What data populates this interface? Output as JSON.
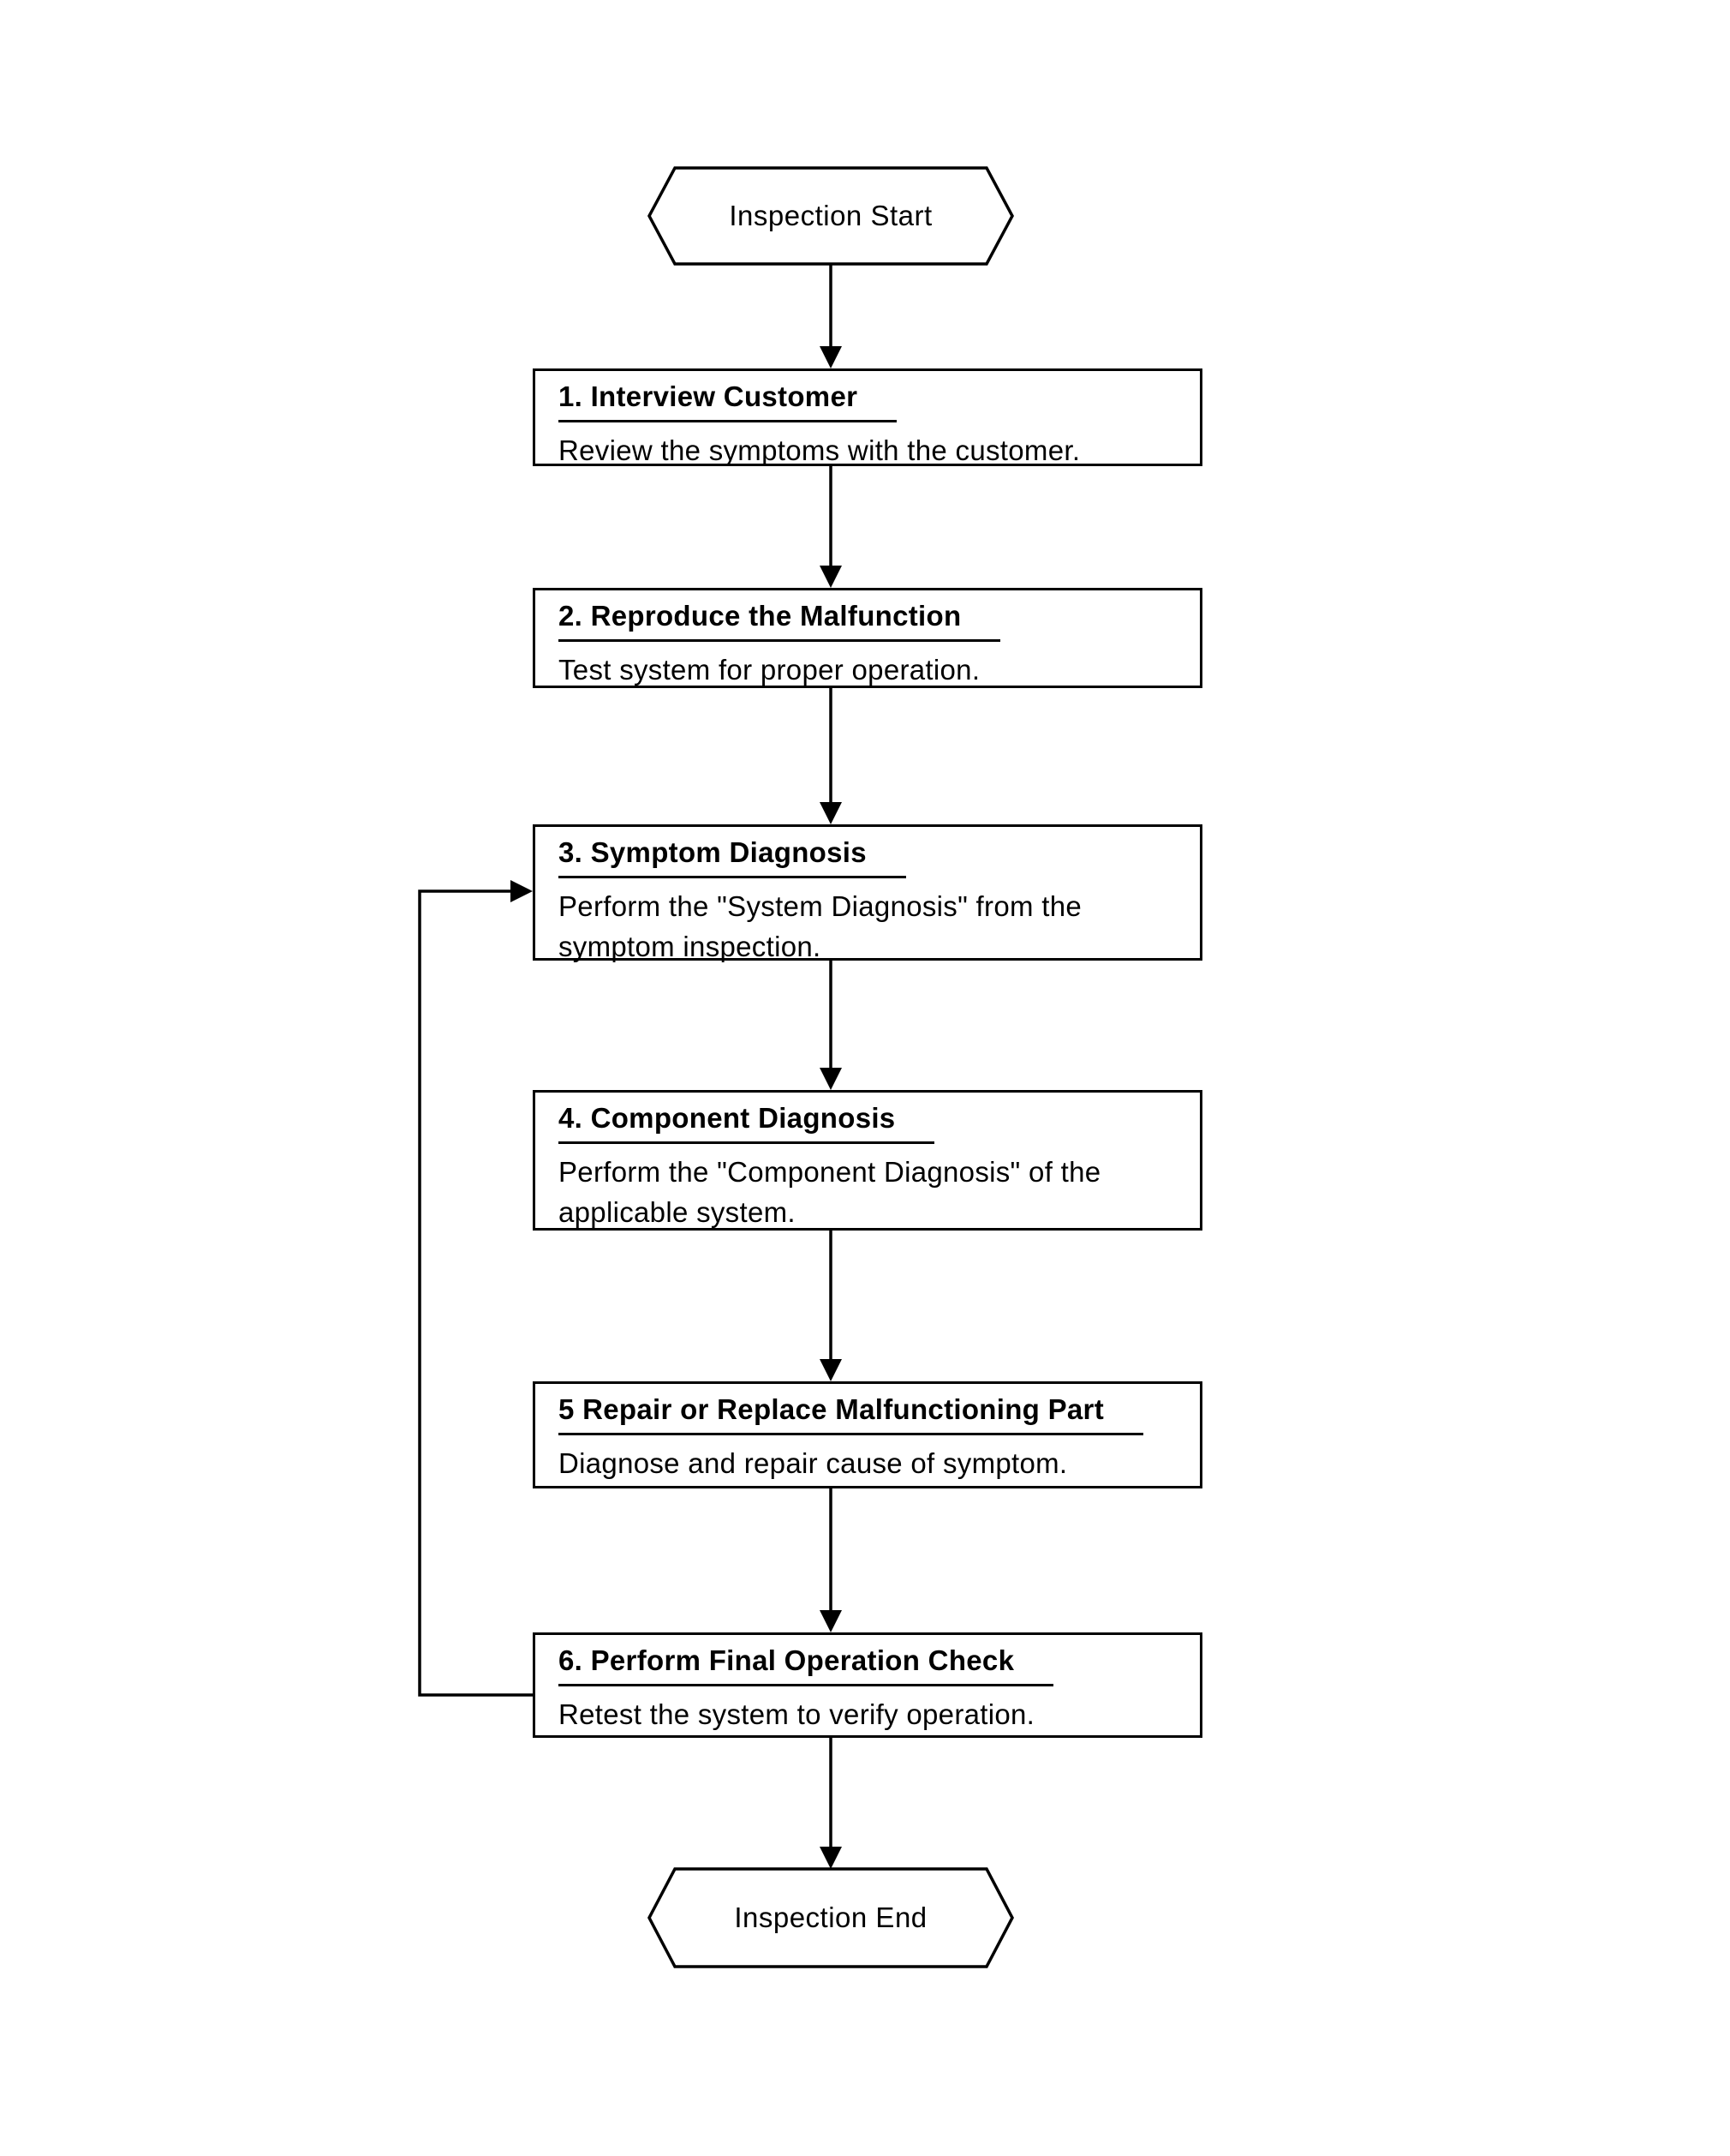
{
  "diagram": {
    "kind": "flowchart",
    "colors": {
      "line": "#000000",
      "text": "#000000",
      "background": "#ffffff"
    },
    "start": {
      "label": "Inspection Start"
    },
    "end": {
      "label": "Inspection End"
    },
    "steps": [
      {
        "title": "1. Interview Customer",
        "description": "Review the symptoms with the customer."
      },
      {
        "title": "2. Reproduce the Malfunction",
        "description": "Test system for proper operation."
      },
      {
        "title": "3. Symptom Diagnosis",
        "description": "Perform the \"System Diagnosis\" from the symptom inspection."
      },
      {
        "title": "4. Component Diagnosis",
        "description": "Perform the \"Component Diagnosis\" of the applicable system."
      },
      {
        "title": "5 Repair or Replace Malfunctioning Part",
        "description": "Diagnose and repair cause of symptom."
      },
      {
        "title": "6. Perform Final Operation Check",
        "description": "Retest the system to verify operation."
      }
    ],
    "edges": [
      {
        "from": "start",
        "to": "step-1"
      },
      {
        "from": "step-1",
        "to": "step-2"
      },
      {
        "from": "step-2",
        "to": "step-3"
      },
      {
        "from": "step-3",
        "to": "step-4"
      },
      {
        "from": "step-4",
        "to": "step-5"
      },
      {
        "from": "step-5",
        "to": "step-6"
      },
      {
        "from": "step-6",
        "to": "end"
      },
      {
        "from": "step-6",
        "to": "step-3",
        "type": "feedback-loop"
      }
    ]
  }
}
